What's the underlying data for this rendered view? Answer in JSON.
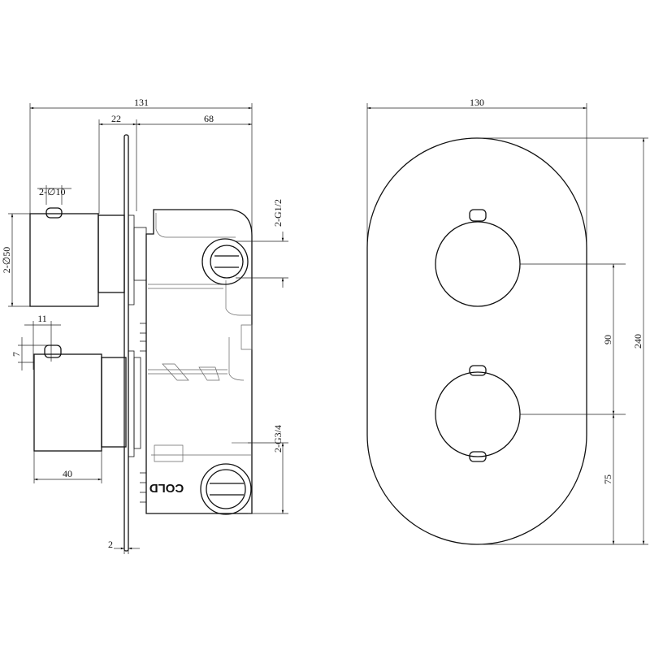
{
  "side_view": {
    "overall_depth": "131",
    "knob_to_plate": "22",
    "body_depth": "68",
    "pin_diameter": "2-∅10",
    "knob_diameter": "2-∅50",
    "pin_offset": "11",
    "pin_height": "7",
    "knob_length": "40",
    "plate_thickness": "2",
    "upper_connection": "2-G1/2",
    "lower_connection": "2-G3/4",
    "cold_label": "COLD"
  },
  "front_view": {
    "plate_width": "130",
    "knob_spacing": "90",
    "plate_height": "240",
    "bottom_offset": "75"
  }
}
